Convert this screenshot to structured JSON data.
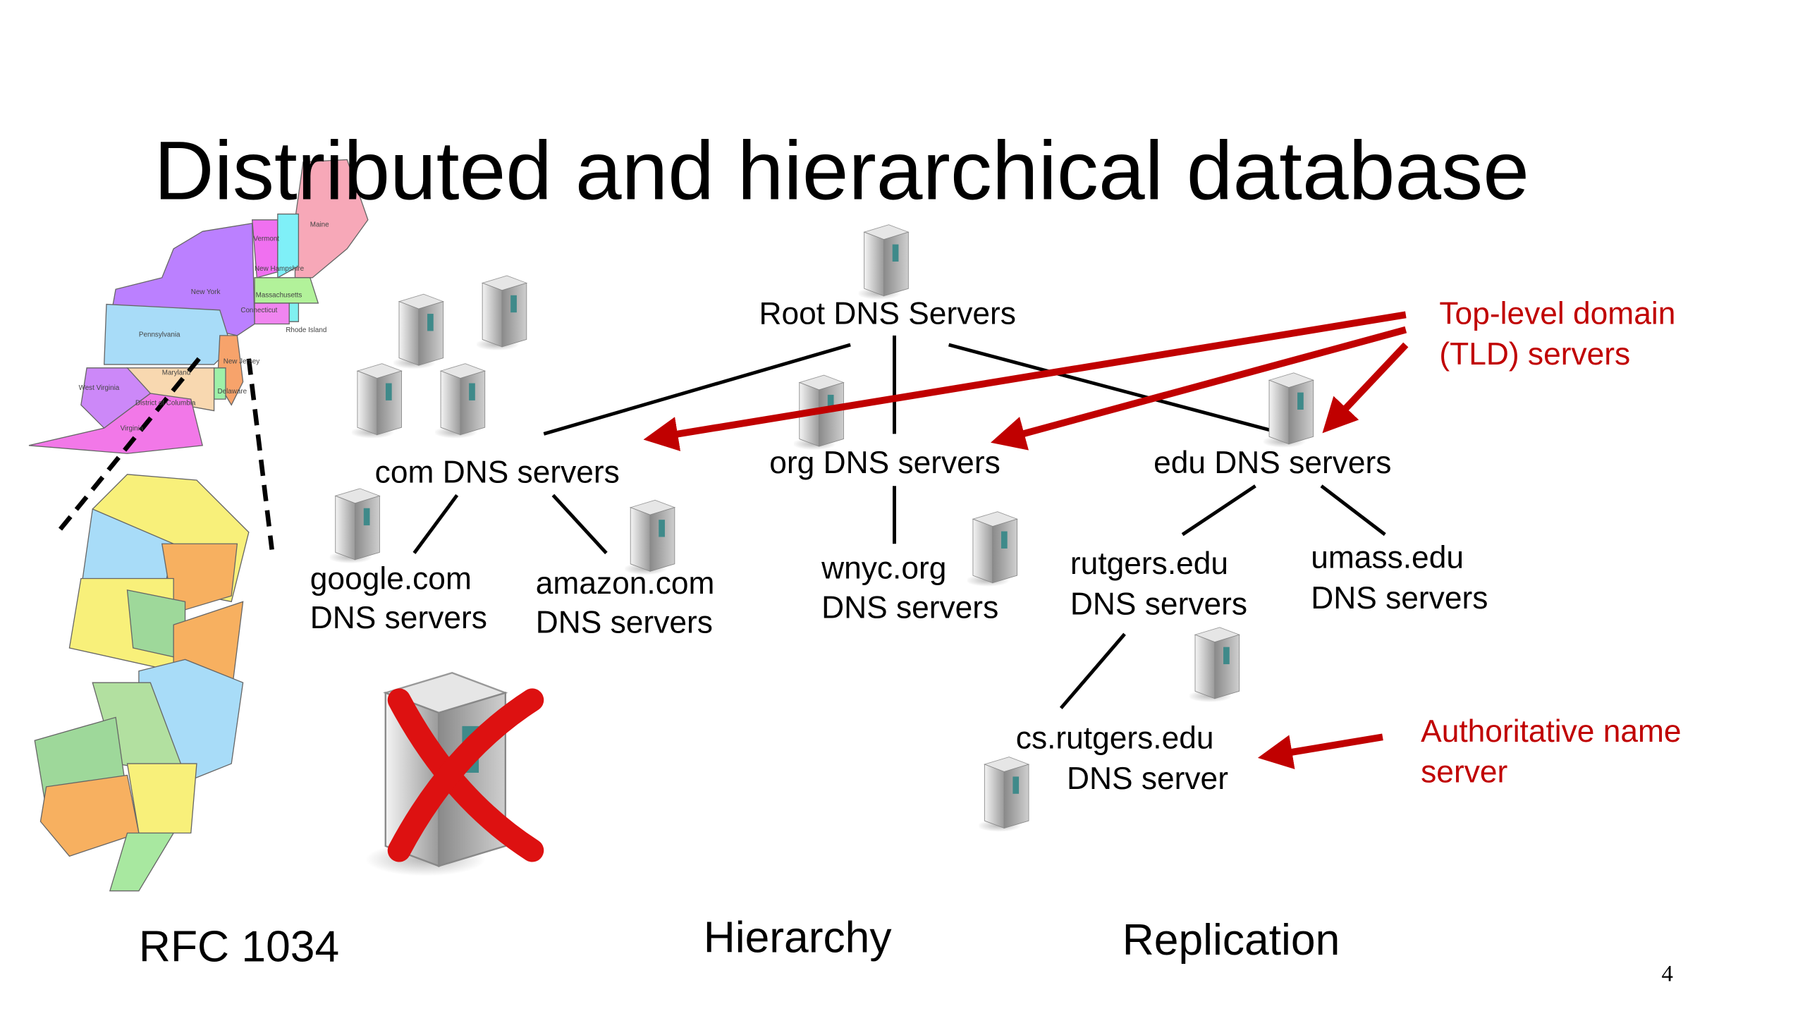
{
  "slide": {
    "title": "Distributed and hierarchical database",
    "page_number": "4"
  },
  "diagram": {
    "root": "Root DNS Servers",
    "tld": [
      {
        "label": "com DNS servers"
      },
      {
        "label": "org DNS servers"
      },
      {
        "label": "edu DNS servers"
      }
    ],
    "second_level": [
      {
        "line1": "google.com",
        "line2": "DNS servers"
      },
      {
        "line1": "amazon.com",
        "line2": "DNS servers"
      },
      {
        "line1": "wnyc.org",
        "line2": "DNS servers"
      },
      {
        "line1": "rutgers.edu",
        "line2": "DNS servers"
      },
      {
        "line1": "umass.edu",
        "line2": "DNS servers"
      }
    ],
    "third_level": {
      "line1": "cs.rutgers.edu",
      "line2": "DNS server"
    },
    "annotations": {
      "tld_line1": "Top-level domain",
      "tld_line2": "(TLD) servers",
      "auth_line1": "Authoritative name",
      "auth_line2": "server",
      "color": "#c00000"
    }
  },
  "captions": {
    "left": "RFC 1034",
    "center": "Hierarchy",
    "right": "Replication"
  },
  "map": {
    "states": [
      "Maine",
      "Vermont",
      "New Hampshire",
      "Massachusetts",
      "Connecticut",
      "Rhode Island",
      "New York",
      "Pennsylvania",
      "New Jersey",
      "Delaware",
      "Maryland",
      "District of Columbia",
      "West Virginia",
      "Virginia"
    ]
  }
}
